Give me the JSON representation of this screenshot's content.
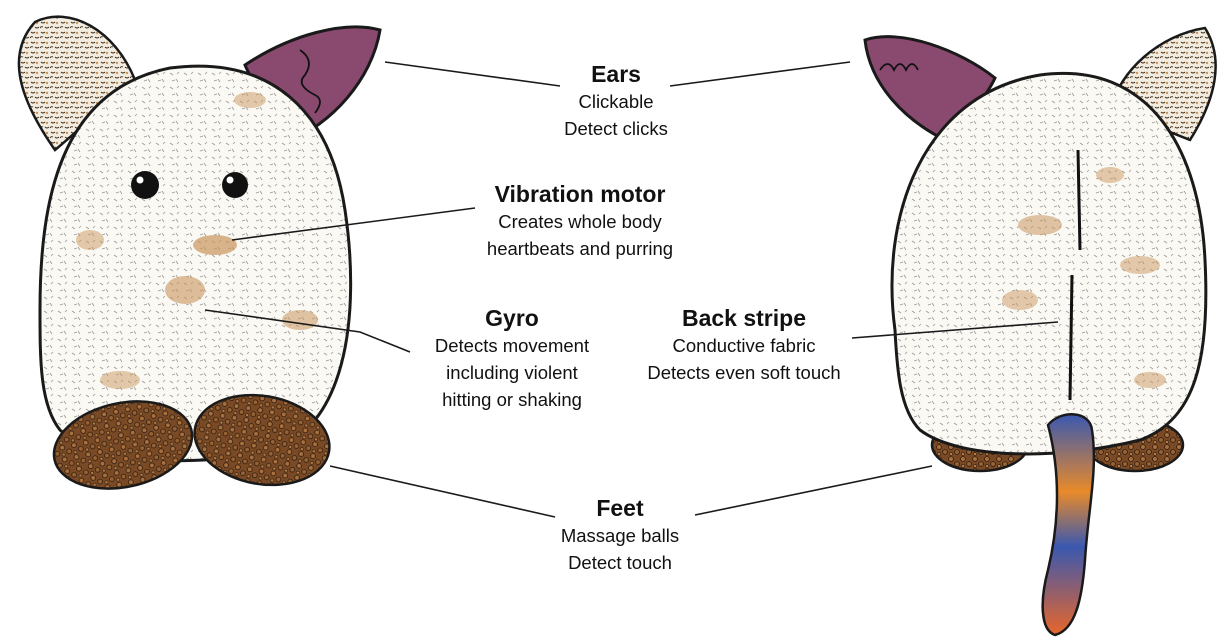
{
  "labels": {
    "ears": {
      "title": "Ears",
      "lines": [
        "Clickable",
        "Detect clicks"
      ]
    },
    "vibration": {
      "title": "Vibration motor",
      "lines": [
        "Creates whole body",
        "heartbeats and purring"
      ]
    },
    "gyro": {
      "title": "Gyro",
      "lines": [
        "Detects movement",
        "including violent",
        "hitting or shaking"
      ]
    },
    "back_stripe": {
      "title": "Back stripe",
      "lines": [
        "Conductive fabric",
        "Detects even soft touch"
      ]
    },
    "feet": {
      "title": "Feet",
      "lines": [
        "Massage balls",
        "Detect touch"
      ]
    }
  },
  "colors": {
    "fur": "#fbf9f4",
    "fur_patch": "#c9955c",
    "ear_inner": "#8a4a6f",
    "foot": "#7a4a26",
    "tail_blue": "#3a58b0",
    "tail_orange": "#e88a2a",
    "outline": "#1a1a1a"
  }
}
